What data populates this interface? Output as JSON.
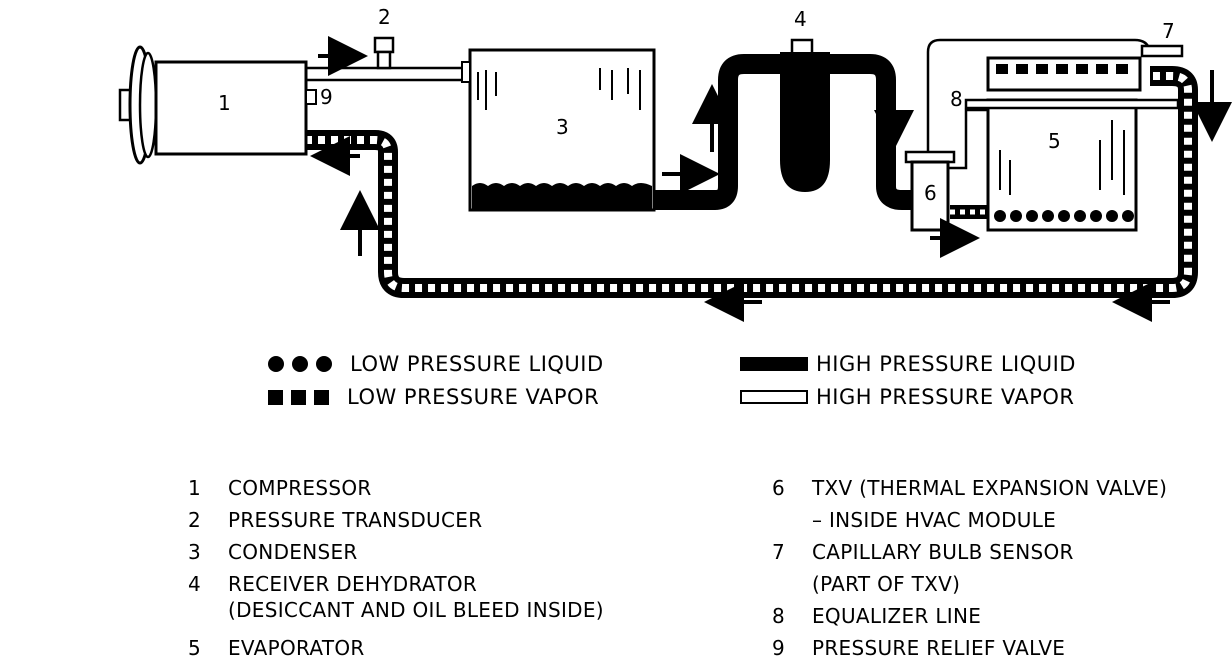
{
  "diagram": {
    "labels": [
      "1",
      "2",
      "3",
      "4",
      "5",
      "6",
      "7",
      "8",
      "9"
    ]
  },
  "legend": {
    "low_liquid": "LOW PRESSURE LIQUID",
    "low_vapor": "LOW PRESSURE VAPOR",
    "high_liquid": "HIGH PRESSURE LIQUID",
    "high_vapor": "HIGH PRESSURE VAPOR"
  },
  "parts_left": [
    {
      "num": "1",
      "name": "COMPRESSOR"
    },
    {
      "num": "2",
      "name": "PRESSURE TRANSDUCER"
    },
    {
      "num": "3",
      "name": "CONDENSER"
    },
    {
      "num": "4",
      "name": "RECEIVER DEHYDRATOR",
      "cont": "(DESICCANT AND OIL BLEED INSIDE)"
    },
    {
      "num": "5",
      "name": "EVAPORATOR"
    }
  ],
  "parts_right": [
    {
      "num": "6",
      "name": "TXV (THERMAL EXPANSION VALVE)",
      "cont": "– INSIDE HVAC MODULE"
    },
    {
      "num": "7",
      "name": "CAPILLARY BULB SENSOR",
      "cont": "(PART OF TXV)"
    },
    {
      "num": "8",
      "name": "EQUALIZER LINE"
    },
    {
      "num": "9",
      "name": "PRESSURE RELIEF VALVE"
    }
  ]
}
